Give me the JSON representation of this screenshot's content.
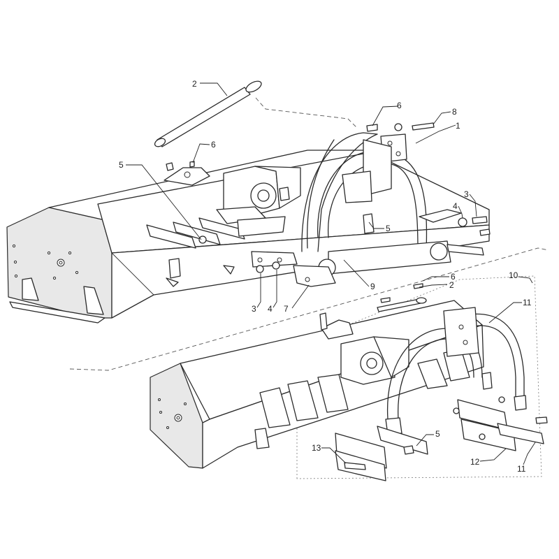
{
  "callouts": {
    "c1": "1",
    "c2a": "2",
    "c2b": "2",
    "c3a": "3",
    "c3b": "3",
    "c4a": "4",
    "c4b": "4",
    "c5a": "5",
    "c5b": "5",
    "c5c": "5",
    "c6a": "6",
    "c6b": "6",
    "c6c": "6",
    "c7": "7",
    "c8": "8",
    "c9": "9",
    "c10": "10",
    "c11a": "11",
    "c11b": "11",
    "c12": "12",
    "c13": "13"
  }
}
